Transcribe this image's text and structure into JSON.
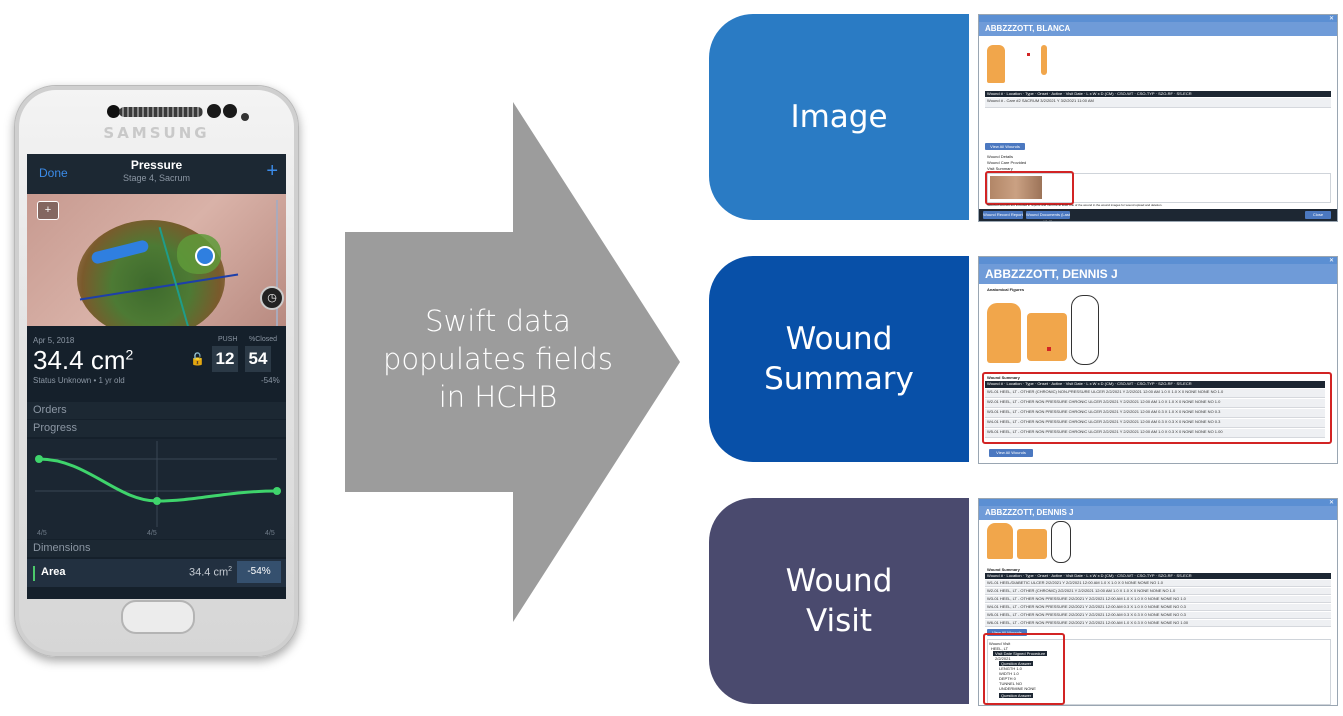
{
  "phone": {
    "brand": "SAMSUNG",
    "nav": {
      "done": "Done",
      "title": "Pressure",
      "subtitle": "Stage 4, Sacrum",
      "add_icon": "plus-icon"
    },
    "stats": {
      "date": "Apr 5, 2018",
      "area_number": "34.4 cm",
      "area_sup": "2",
      "status": "Status Unknown • 1 yr old",
      "push_label": "PUSH",
      "closed_label": "%Closed",
      "push_value": "12",
      "closed_value": "54",
      "change": "-54%"
    },
    "orders_label": "Orders",
    "progress_label": "Progress",
    "progress_ticks": [
      "4/5",
      "4/5",
      "4/5"
    ],
    "dimensions_label": "Dimensions",
    "dimension_row": {
      "label": "Area",
      "value": "34.4 cm",
      "value_sup": "2",
      "change": "-54%"
    }
  },
  "arrow": {
    "line1": "Swift data",
    "line2": "populates fields",
    "line3": "in HCHB"
  },
  "tiles": [
    {
      "line1": "Image",
      "line2": ""
    },
    {
      "line1": "Wound",
      "line2": "Summary"
    },
    {
      "line1": "Wound",
      "line2": "Visit"
    }
  ],
  "screens": {
    "image": {
      "patient": "ABBZZZOTT, BLANCA",
      "grid_header": "Wound # · Location · Type · Onset · Active · Visit Date · L x W x D (CM) · CSO-WT · CSO-TYP · SZO-RF · SS-ECR",
      "row1": "Wound # - Care #2 SACRUM  3/2/2021  Y  3/2/2021 11:00 AM",
      "view_btn": "View All Wounds",
      "chk1": "Wound Details",
      "chk2": "Wound Care Provided",
      "chk3": "Visit Summary",
      "note": "Selected wounds are included in reports and must be at least one of the wound in the wound images for wound upload and deletion.",
      "btn_left1": "Wound Record Report",
      "btn_left2": "Wound Documents (Last Visit)",
      "btn_right": "Close"
    },
    "summary": {
      "patient": "ABBZZZOTT, DENNIS J",
      "figures_label": "Anatomical Figures",
      "section": "Wound Summary",
      "grid_header": "Wound # · Location · Type · Onset · Active · Visit Date · L x W x D (CM) · CSO-WT · CSO-TYP · SZO-RF · SS-ECR",
      "rows": [
        "W1-01  HEEL, LT - OTHER (CHRONIC) NON-PRESSURE ULCER   2/2/2021   Y   2/2/2021 12:00 AM   1.0 X 1.0 X 0   NONE   NONE   NO   1.0",
        "W2-01  HEEL, LT - OTHER NON PRESSURE CHRONIC ULCER   2/2/2021   Y   2/2/2021 12:00 AM   1.0 X 1.0 X 0   NONE   NONE   NO   1.0",
        "W3-01  HEEL, LT - OTHER NON PRESSURE CHRONIC ULCER   2/2/2021   Y   2/2/2021 12:00 AM   0.3 X 1.0 X 0   NONE   NONE   NO   0.3",
        "W4-01  HEEL, LT - OTHER NON PRESSURE CHRONIC ULCER   2/2/2021   Y   2/2/2021 12:00 AM   0.3 X 0.3 X 0   NONE   NONE   NO   0.3",
        "W5-01  HEEL, LT - OTHER NON PRESSURE CHRONIC ULCER   2/2/2021   Y   2/2/2021 12:00 AM   1.0 X 0.3 X 0   NONE   NONE   NO   1.00"
      ],
      "view_btn": "View All Wounds"
    },
    "visit": {
      "patient": "ABBZZZOTT, DENNIS J",
      "section": "Wound Summary",
      "grid_header": "Wound # · Location · Type · Onset · Active · Visit Date · L x W x D (CM) · CSO-WT · CSO-TYP · SZO-RF · SS-ECR",
      "rows": [
        "W1-01  HEEL/DIABETIC ULCER   2/2/2021   Y   2/2/2021 12:00 AM   1.0 X 1.0 X 0   NONE   NONE   NO   1.0",
        "W2-01  HEEL, LT - OTHER (CHRONIC)   2/2/2021   Y   2/2/2021 12:00 AM   1.0 X 1.0 X 0   NONE   NONE   NO   1.0",
        "W3-01  HEEL, LT - OTHER NON PRESSURE   2/2/2021   Y   2/2/2021 12:00 AM   1.0 X 1.0 X 0   NONE   NONE   NO   1.0",
        "W4-01  HEEL, LT - OTHER NON PRESSURE   2/2/2021   Y   2/2/2021 12:00 AM   0.3 X 1.0 X 0   NONE   NONE   NO   0.3",
        "W5-01  HEEL, LT - OTHER NON PRESSURE   2/2/2021   Y   2/2/2021 12:00 AM   0.3 X 0.3 X 0   NONE   NONE   NO   0.3",
        "W6-01  HEEL, LT - OTHER NON PRESSURE   2/2/2021   Y   2/2/2021 12:00 AM   1.0 X 0.3 X 0   NONE   NONE   NO   1.00"
      ],
      "view_btn": "View All Wounds",
      "tree": [
        "Wound Visit",
        "  HEEL, LT",
        "    Visit Date   Signed   Procedure",
        "    2/2/2021",
        "      Question        Answer",
        "      LENGTH          1.0",
        "      WIDTH           1.0",
        "      DEPTH           0",
        "      TUNNEL          NO",
        "      UNDERMINE       NONE",
        "    Question   Answer"
      ]
    }
  }
}
